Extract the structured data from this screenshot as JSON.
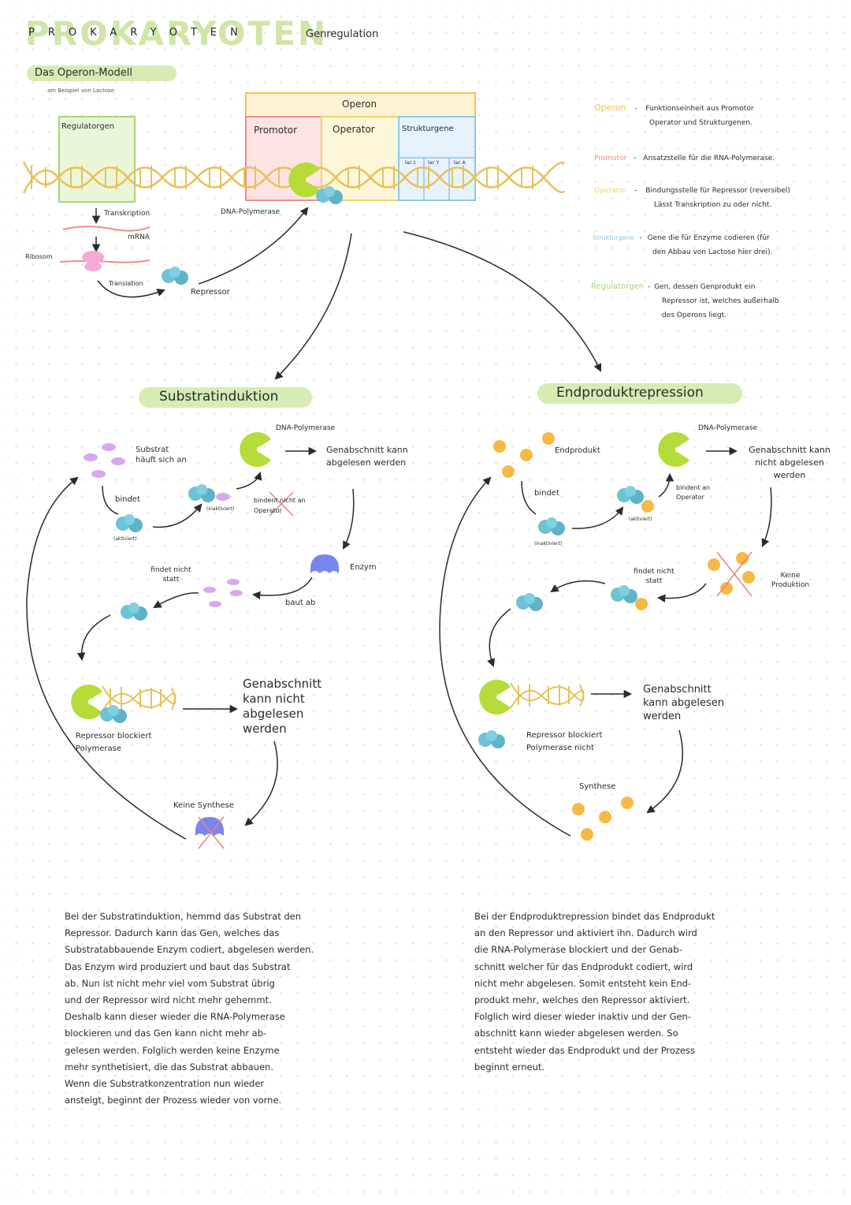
{
  "header": {
    "title": "PROKARYOTEN",
    "subtitle": "Genregulation"
  },
  "model": {
    "heading": "Das Operon-Modell",
    "example": "am Beispiel von Lactose",
    "operon_label": "Operon",
    "promotor_label": "Promotor",
    "operator_label": "Operator",
    "strukturgene_label": "Strukturgene",
    "genes": [
      "lac z",
      "lac Y",
      "lac A"
    ],
    "regulatorgen_label": "Regulatorgen",
    "transkription": "Transkription",
    "mrna": "mRNA",
    "ribosom": "Ribosom",
    "translation": "Translation",
    "repressor": "Repressor",
    "dna_polymerase": "DNA-Polymerase"
  },
  "legend": [
    {
      "term": "Operon",
      "dash": "-",
      "lines": [
        "Funktionseinheit aus Promotor",
        "Operator und Strukturgenen."
      ],
      "color": "#f5c04a"
    },
    {
      "term": "Promotor",
      "dash": "-",
      "lines": [
        "Ansatzstelle für die RNA-Polymerase."
      ],
      "color": "#f08a8a"
    },
    {
      "term": "Operator",
      "dash": "-",
      "lines": [
        "Bindungsstelle für Repressor (reversibel)",
        "Lässt Transkription zu oder nicht."
      ],
      "color": "#f2d36b"
    },
    {
      "term": "Strukturgene",
      "dash": "-",
      "lines": [
        "Gene die für Enzyme codieren (für",
        "den Abbau von Lactose hier drei)."
      ],
      "color": "#8ec5ef"
    },
    {
      "term": "Regulatorgen",
      "dash": "-",
      "lines": [
        "Gen, dessen Genprodukt ein",
        "Repressor ist, welches außerhalb",
        "des Operons liegt."
      ],
      "color": "#a9d47a"
    }
  ],
  "left": {
    "heading": "Substratinduktion",
    "substrat": "Substrat häuft sich an",
    "bindet": "bindet",
    "aktiviert": "(aktiviert)",
    "inaktiviert": "(inaktiviert)",
    "dna_polymerase": "DNA-Polymerase",
    "genabschnitt": "Genabschnitt kann abgelesen werden",
    "bindet_nicht": "bindent nicht an Operator",
    "enzym": "Enzym",
    "baut_ab": "baut ab",
    "findet_nicht": "findet nicht statt",
    "repressor_blockiert": "Repressor blockiert Polymerase",
    "genabschnitt_nicht": "Genabschnitt kann nicht abgelesen werden",
    "keine_synthese": "Keine Synthese",
    "paragraph": [
      "Bei der Substratinduktion, hemmd das Substrat den",
      "Repressor. Dadurch kann das Gen, welches das",
      "Substratabbauende Enzym codiert, abgelesen werden.",
      "Das Enzym wird produziert und baut das Substrat",
      "ab. Nun ist nicht mehr viel vom Substrat übrig",
      "und der Repressor wird nicht mehr gehemmt.",
      "Deshalb kann dieser wieder die RNA-Polymerase",
      "blockieren und das Gen kann nicht mehr ab-",
      "gelesen werden. Folglich werden keine Enzyme",
      "mehr synthetisiert, die das Substrat abbauen.",
      "Wenn die Substratkonzentration nun wieder",
      "ansteigt, beginnt der Prozess wieder von vorne."
    ]
  },
  "right": {
    "heading": "Endproduktrepression",
    "endprodukt": "Endprodukt",
    "bindet": "bindet",
    "inaktiviert": "(inaktiviert)",
    "aktiviert": "(aktiviert)",
    "dna_polymerase": "DNA-Polymerase",
    "genabschnitt_nicht": "Genabschnitt kann nicht abgelesen werden",
    "bindet_an": "bindent an Operator",
    "keine_produktion": "Keine Produktion",
    "findet_nicht": "findet nicht statt",
    "repressor_blockiert": "Repressor blockiert Polymerase nicht",
    "genabschnitt": "Genabschnitt kann abgelesen werden",
    "synthese": "Synthese",
    "paragraph": [
      "Bei der Endproduktrepression bindet das Endprodukt",
      "an den Repressor und aktiviert ihn. Dadurch wird",
      "die RNA-Polymerase blockiert und der Genab-",
      "schnitt welcher für das Endprodukt codiert, wird",
      "nicht mehr abgelesen. Somit entsteht kein End-",
      "produkt mehr, welches den Repressor aktiviert.",
      "Folglich wird dieser wieder inaktiv und der Gen-",
      "abschnitt kann wieder abgelesen werden. So",
      "entsteht wieder das Endprodukt und der Prozess",
      "beginnt erneut."
    ]
  },
  "colors": {
    "green_highlight": "#d6ecb4",
    "polymerase": "#b5dc3a",
    "repressor": "#6cc3d6",
    "substrat": "#d9a7ef",
    "endprodukt": "#f7b945",
    "enzym": "#7a86ee",
    "dna": "#e7c15a",
    "cross": "#e6857f"
  }
}
